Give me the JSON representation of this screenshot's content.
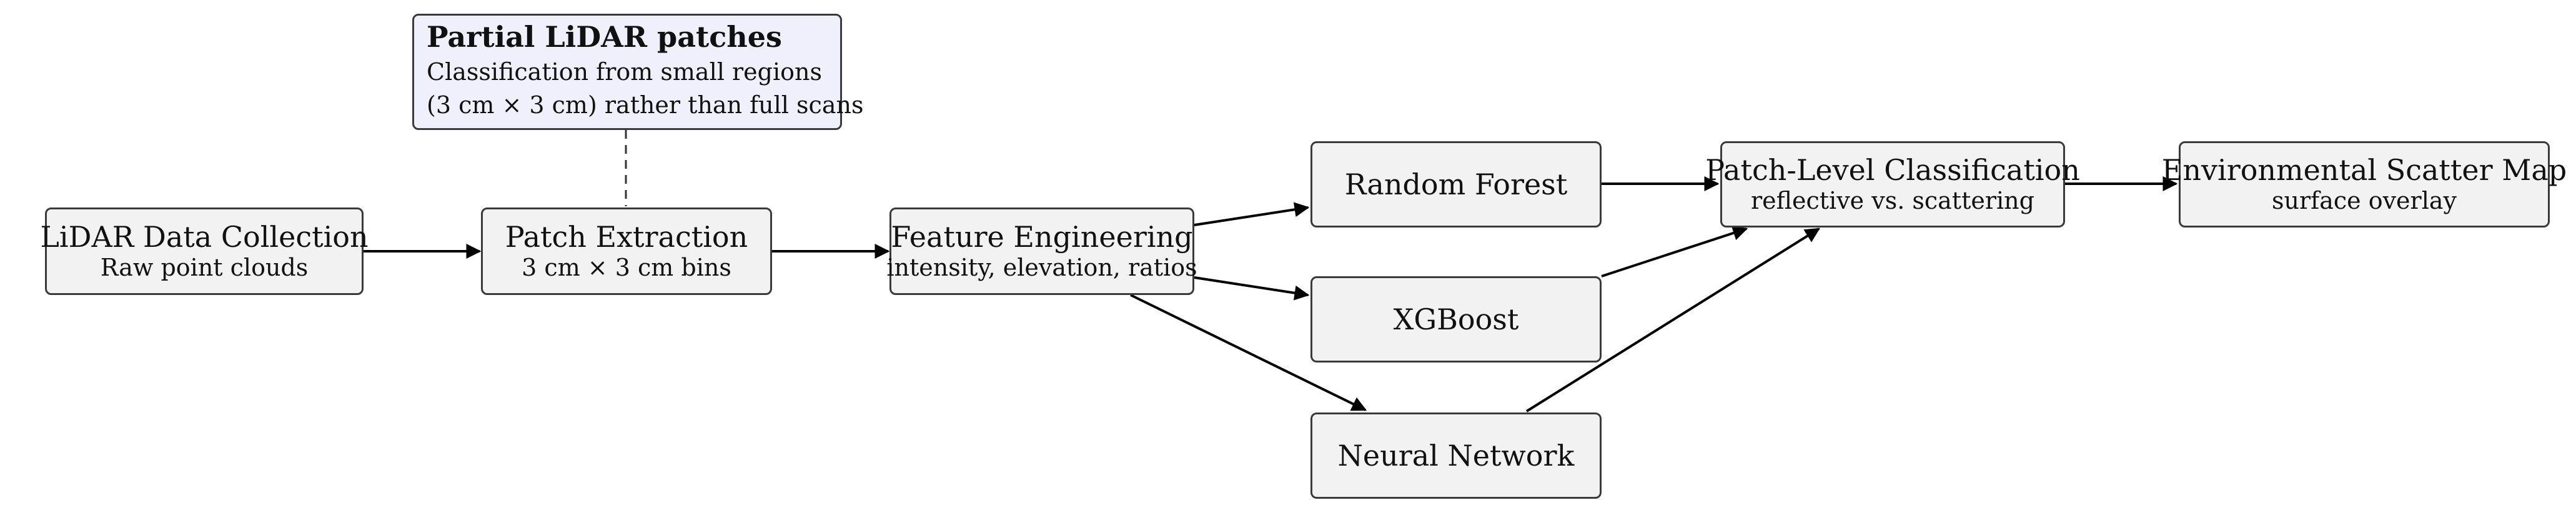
{
  "nodes": {
    "lidar_collection": {
      "title": "LiDAR Data Collection",
      "subtitle": "Raw point clouds"
    },
    "patch_extraction": {
      "title": "Patch Extraction",
      "subtitle": "3 cm × 3 cm bins"
    },
    "feature_engineering": {
      "title": "Feature Engineering",
      "subtitle": "intensity, elevation, ratios"
    },
    "random_forest": {
      "title": "Random Forest"
    },
    "xgboost": {
      "title": "XGBoost"
    },
    "neural_network": {
      "title": "Neural Network"
    },
    "patch_classification": {
      "title": "Patch-Level Classification",
      "subtitle": "reflective vs. scattering"
    },
    "scatter_map": {
      "title": "Environmental Scatter Map",
      "subtitle": "surface overlay"
    }
  },
  "note": {
    "title": "Partial LiDAR patches",
    "lines": [
      "Classification from small regions",
      "(3 cm × 3 cm) rather than full scans"
    ]
  },
  "colors": {
    "node_fill": "#f2f2f2",
    "note_fill": "#f0f0fc",
    "stroke": "#3a3a3a",
    "arrow": "#000000"
  }
}
